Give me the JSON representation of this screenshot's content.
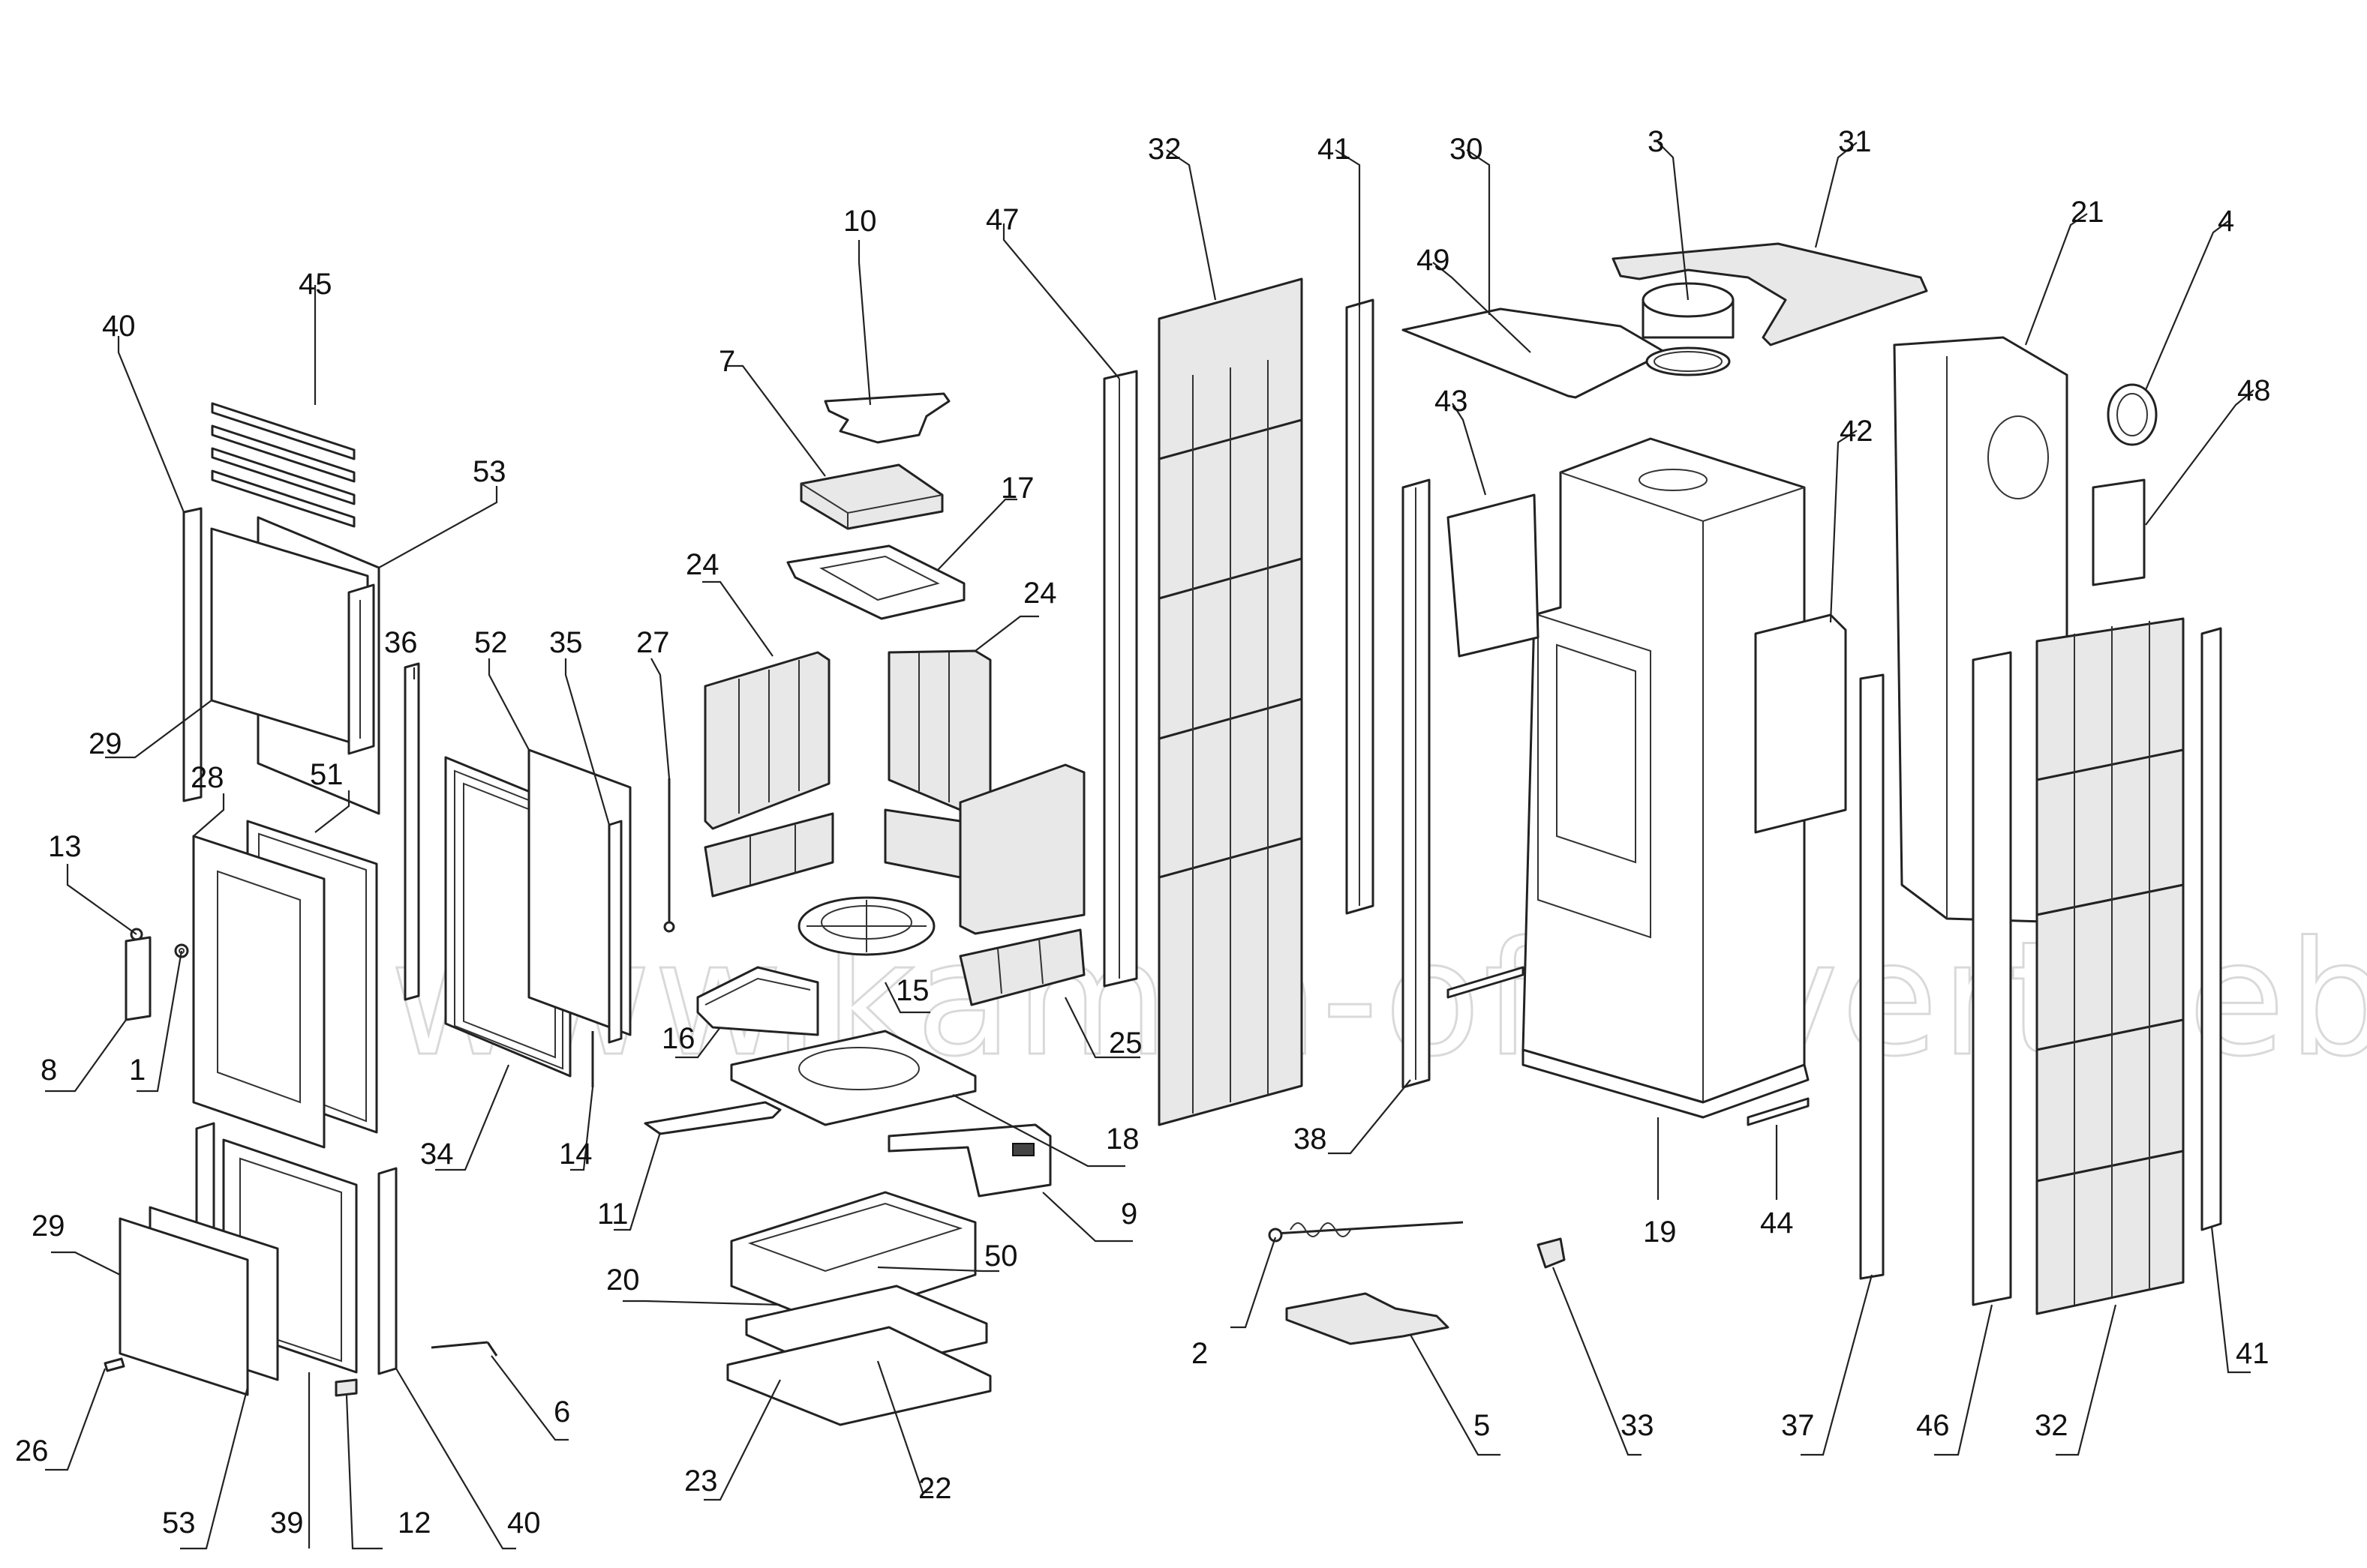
{
  "watermark": "www.kamin-ofenvertrieb.de",
  "labels": {
    "l1": "1",
    "l2": "2",
    "l3": "3",
    "l4": "4",
    "l5": "5",
    "l6": "6",
    "l7": "7",
    "l8": "8",
    "l9": "9",
    "l10": "10",
    "l11": "11",
    "l12": "12",
    "l13": "13",
    "l14": "14",
    "l15": "15",
    "l16": "16",
    "l17": "17",
    "l18": "18",
    "l19": "19",
    "l20": "20",
    "l21": "21",
    "l22": "22",
    "l23": "23",
    "l24a": "24",
    "l24b": "24",
    "l25": "25",
    "l26": "26",
    "l27": "27",
    "l28": "28",
    "l29a": "29",
    "l29b": "29",
    "l30": "30",
    "l31": "31",
    "l32a": "32",
    "l32b": "32",
    "l33": "33",
    "l34": "34",
    "l35": "35",
    "l36": "36",
    "l37": "37",
    "l38": "38",
    "l39": "39",
    "l40a": "40",
    "l40b": "40",
    "l41a": "41",
    "l41b": "41",
    "l42": "42",
    "l43": "43",
    "l44": "44",
    "l45": "45",
    "l46": "46",
    "l47": "47",
    "l48": "48",
    "l49": "49",
    "l50": "50",
    "l51": "51",
    "l52": "52",
    "l53a": "53",
    "l53b": "53"
  }
}
